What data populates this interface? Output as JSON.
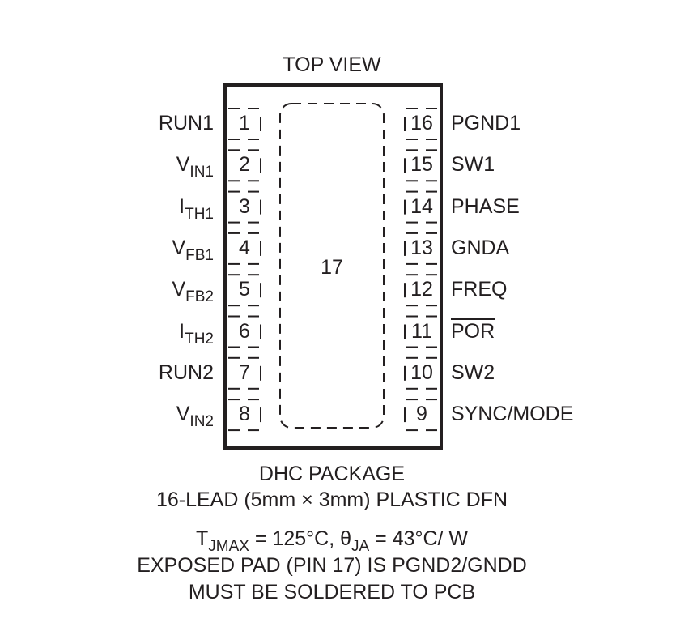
{
  "top_view": "TOP VIEW",
  "exposed_pad_number": "17",
  "left_pins": [
    {
      "num": "1",
      "name": "RUN1",
      "sub": ""
    },
    {
      "num": "2",
      "name": "V",
      "sub": "IN1"
    },
    {
      "num": "3",
      "name": "I",
      "sub": "TH1"
    },
    {
      "num": "4",
      "name": "V",
      "sub": "FB1"
    },
    {
      "num": "5",
      "name": "V",
      "sub": "FB2"
    },
    {
      "num": "6",
      "name": "I",
      "sub": "TH2"
    },
    {
      "num": "7",
      "name": "RUN2",
      "sub": ""
    },
    {
      "num": "8",
      "name": "V",
      "sub": "IN2"
    }
  ],
  "right_pins": [
    {
      "num": "16",
      "name": "PGND1",
      "overline": false
    },
    {
      "num": "15",
      "name": "SW1",
      "overline": false
    },
    {
      "num": "14",
      "name": "PHASE",
      "overline": false
    },
    {
      "num": "13",
      "name": "GNDA",
      "overline": false
    },
    {
      "num": "12",
      "name": "FREQ",
      "overline": false
    },
    {
      "num": "11",
      "name": "POR",
      "overline": true
    },
    {
      "num": "10",
      "name": "SW2",
      "overline": false
    },
    {
      "num": "9",
      "name": "SYNC/MODE",
      "overline": false
    }
  ],
  "package_line1": "DHC PACKAGE",
  "package_line2": "16-LEAD (5mm × 3mm) PLASTIC DFN",
  "thermal": {
    "t_main": "T",
    "t_sub": "JMAX",
    "t_value": " = 125°C, ",
    "theta_main": "θ",
    "theta_sub": "JA",
    "theta_value": " = 43°C/ W"
  },
  "exposed_pad_note": "EXPOSED PAD (PIN 17) IS PGND2/GNDD",
  "solder_note": "MUST BE SOLDERED TO PCB"
}
